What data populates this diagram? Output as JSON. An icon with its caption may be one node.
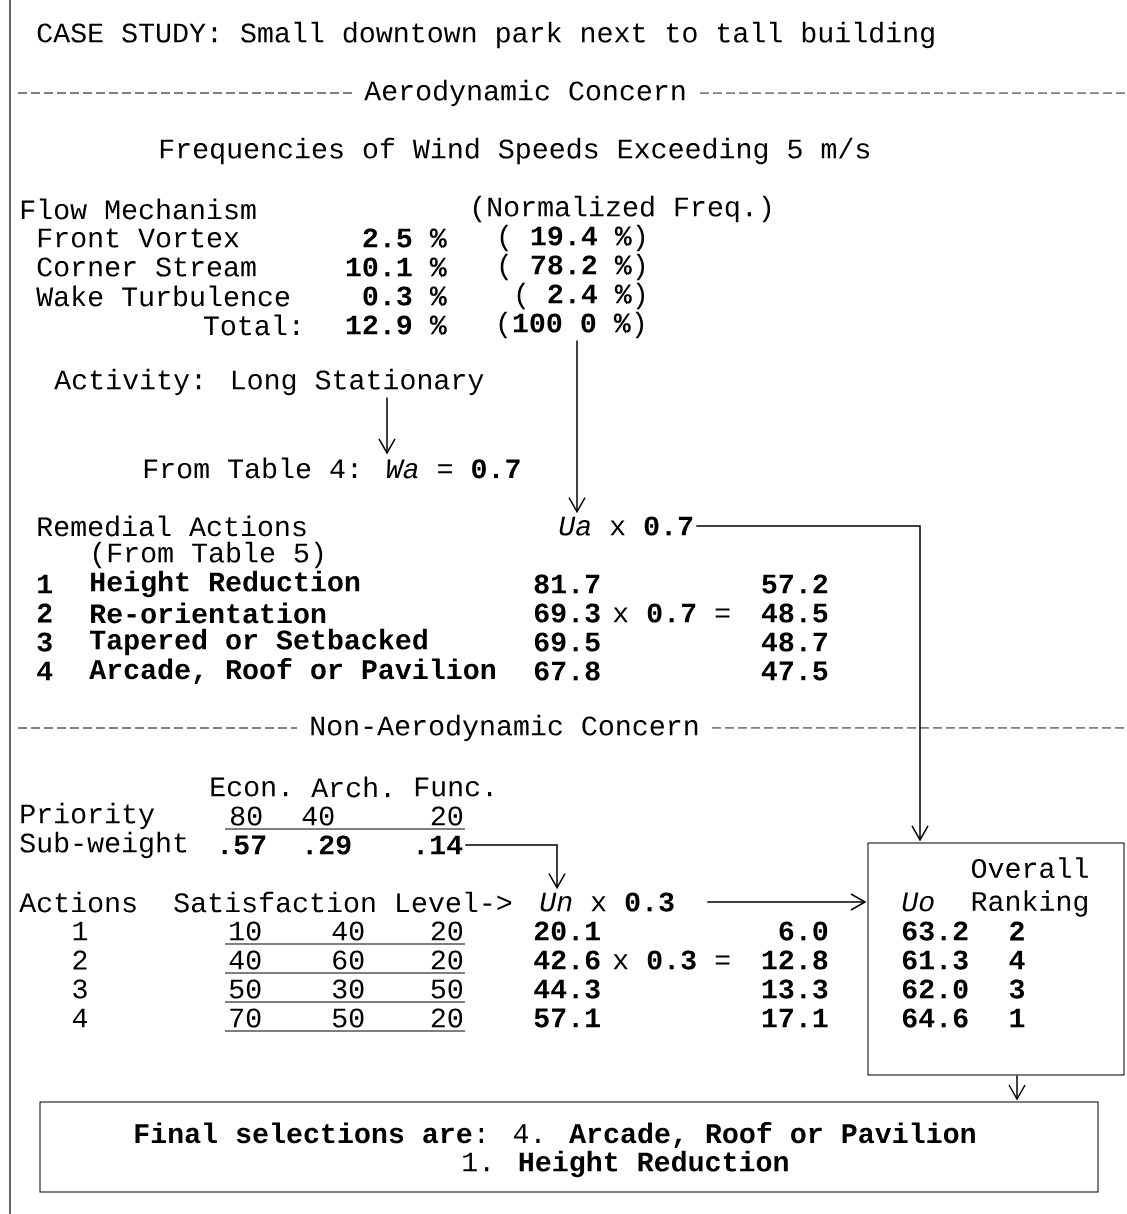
{
  "diagram": {
    "title": "CASE STUDY: Small downtown park next to tall building",
    "nodes": [
      {
        "text": [
          "(**100 0 %**)"
        ]
      },
      {
        "text": [
          "Activity: Long Stationary"
        ]
      },
      {
        "text": [
          "From Table 4: *Wa* = **0.7**"
        ]
      },
      {
        "text": [
          "*Ua* x **0.7**"
        ]
      },
      {
        "text": [
          ".14"
        ]
      },
      {
        "text": [
          "*Un* x **0.3**"
        ]
      },
      {
        "text": [
          "Uo",
          "Overall Ranking",
          "63.2",
          "2",
          "61.3",
          "4",
          "62.0",
          "3",
          "64.6",
          "1"
        ]
      },
      {
        "text": [
          "**Final selections are**: 4. **Arcade, Roof or Pavilion**",
          "1. **Height Reduction**"
        ]
      }
    ],
    "edges": [
      {
        "from": 0,
        "to": 3,
        "arrow": "to"
      },
      {
        "from": 1,
        "to": 2,
        "arrow": "to"
      },
      {
        "from": 3,
        "to": 6,
        "arrow": "to"
      },
      {
        "from": 4,
        "to": 5,
        "arrow": "to"
      },
      {
        "from": 5,
        "to": 6,
        "arrow": "to"
      },
      {
        "from": 6,
        "to": 7,
        "arrow": "to"
      }
    ],
    "labels": [
      "Aerodynamic Concern",
      "Frequencies of Wind Speeds Exceeding 5 m/s",
      "Flow Mechanism",
      "(Normalized Freq.)",
      "Front Vortex",
      "2.5 %",
      "( **19.4 %**)",
      "Corner Stream",
      "10.1 %",
      "( **78.2 %**)",
      "Wake Turbulence",
      "0.3 %",
      "( **2.4 %**)",
      "Total:",
      "12.9 %",
      "Remedial Actions",
      "(From Table 5)",
      "1",
      "Height Reduction",
      "81.7",
      "57.2",
      "2",
      "Re-orientation",
      "69.3",
      "x **0.7** =",
      "48.5",
      "3",
      "Tapered or Setbacked",
      "69.5",
      "48.7",
      "4",
      "Arcade, Roof or Pavilion",
      "67.8",
      "47.5",
      "Non-Aerodynamic Concern",
      "Econ.",
      "Arch.",
      "Func.",
      "Priority",
      "80",
      "40",
      "20",
      "Sub-weight",
      ".57",
      ".29",
      "Actions",
      "Satisfaction Level->",
      "1",
      "10",
      "40",
      "20",
      "20.1",
      "6.0",
      "2",
      "40",
      "60",
      "20",
      "42.6",
      "x **0.3** =",
      "12.8",
      "3",
      "50",
      "30",
      "50",
      "44.3",
      "13.3",
      "4",
      "70",
      "50",
      "20",
      "57.1",
      "17.1"
    ]
  }
}
